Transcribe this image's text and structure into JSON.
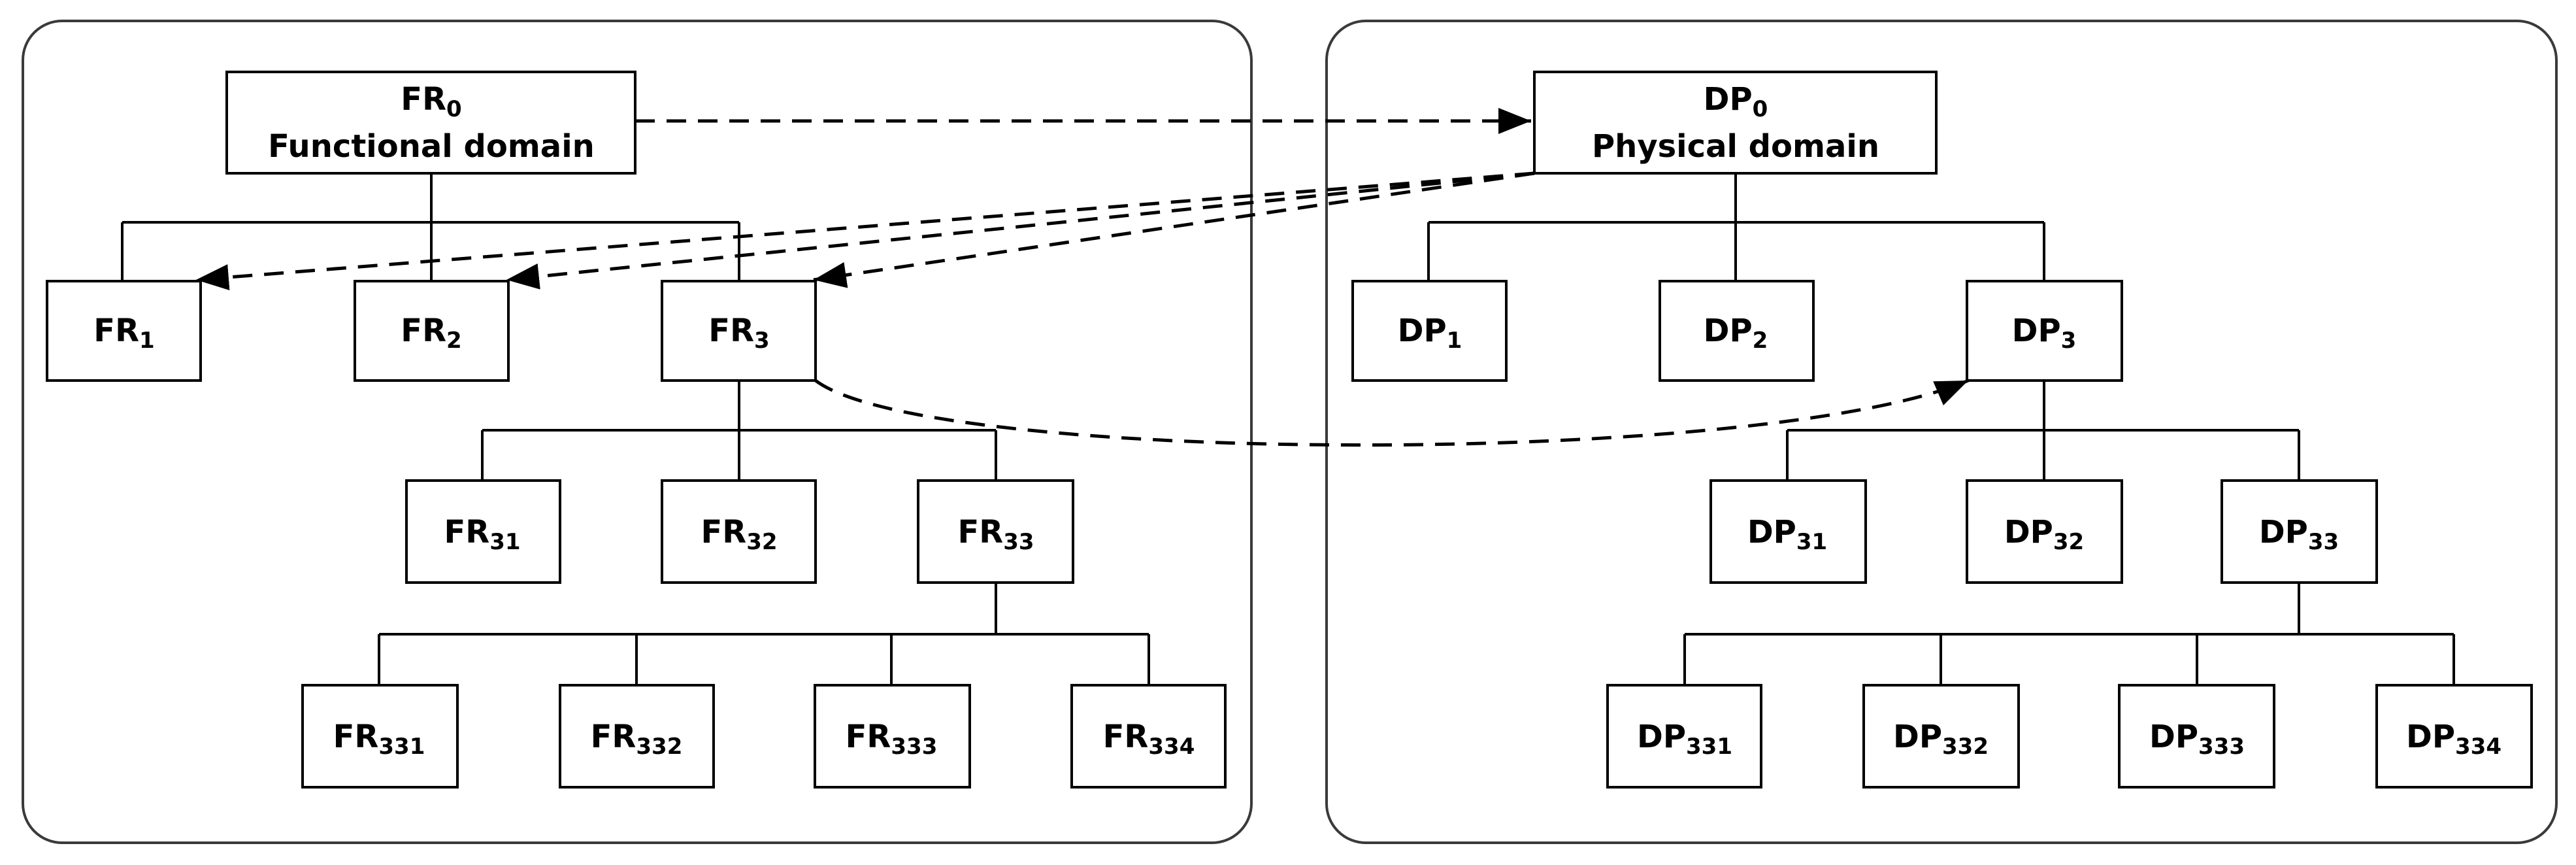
{
  "functional": {
    "root": {
      "label": "FR",
      "sub": "0",
      "title": "Functional domain"
    },
    "nodes": [
      {
        "id": "fr1",
        "label": "FR",
        "sub": "1"
      },
      {
        "id": "fr2",
        "label": "FR",
        "sub": "2"
      },
      {
        "id": "fr3",
        "label": "FR",
        "sub": "3"
      },
      {
        "id": "fr31",
        "label": "FR",
        "sub": "31"
      },
      {
        "id": "fr32",
        "label": "FR",
        "sub": "32"
      },
      {
        "id": "fr33",
        "label": "FR",
        "sub": "33"
      },
      {
        "id": "fr331",
        "label": "FR",
        "sub": "331"
      },
      {
        "id": "fr332",
        "label": "FR",
        "sub": "332"
      },
      {
        "id": "fr333",
        "label": "FR",
        "sub": "333"
      },
      {
        "id": "fr334",
        "label": "FR",
        "sub": "334"
      }
    ]
  },
  "physical": {
    "root": {
      "label": "DP",
      "sub": "0",
      "title": "Physical domain"
    },
    "nodes": [
      {
        "id": "dp1",
        "label": "DP",
        "sub": "1"
      },
      {
        "id": "dp2",
        "label": "DP",
        "sub": "2"
      },
      {
        "id": "dp3",
        "label": "DP",
        "sub": "3"
      },
      {
        "id": "dp31",
        "label": "DP",
        "sub": "31"
      },
      {
        "id": "dp32",
        "label": "DP",
        "sub": "32"
      },
      {
        "id": "dp33",
        "label": "DP",
        "sub": "33"
      },
      {
        "id": "dp331",
        "label": "DP",
        "sub": "331"
      },
      {
        "id": "dp332",
        "label": "DP",
        "sub": "332"
      },
      {
        "id": "dp333",
        "label": "DP",
        "sub": "333"
      },
      {
        "id": "dp334",
        "label": "DP",
        "sub": "334"
      }
    ]
  },
  "mappings": [
    {
      "from": "fr0",
      "to": "dp0"
    },
    {
      "from": "dp0",
      "to": "fr1"
    },
    {
      "from": "dp0",
      "to": "fr2"
    },
    {
      "from": "dp0",
      "to": "fr3"
    },
    {
      "from": "fr3",
      "to": "dp3"
    }
  ]
}
